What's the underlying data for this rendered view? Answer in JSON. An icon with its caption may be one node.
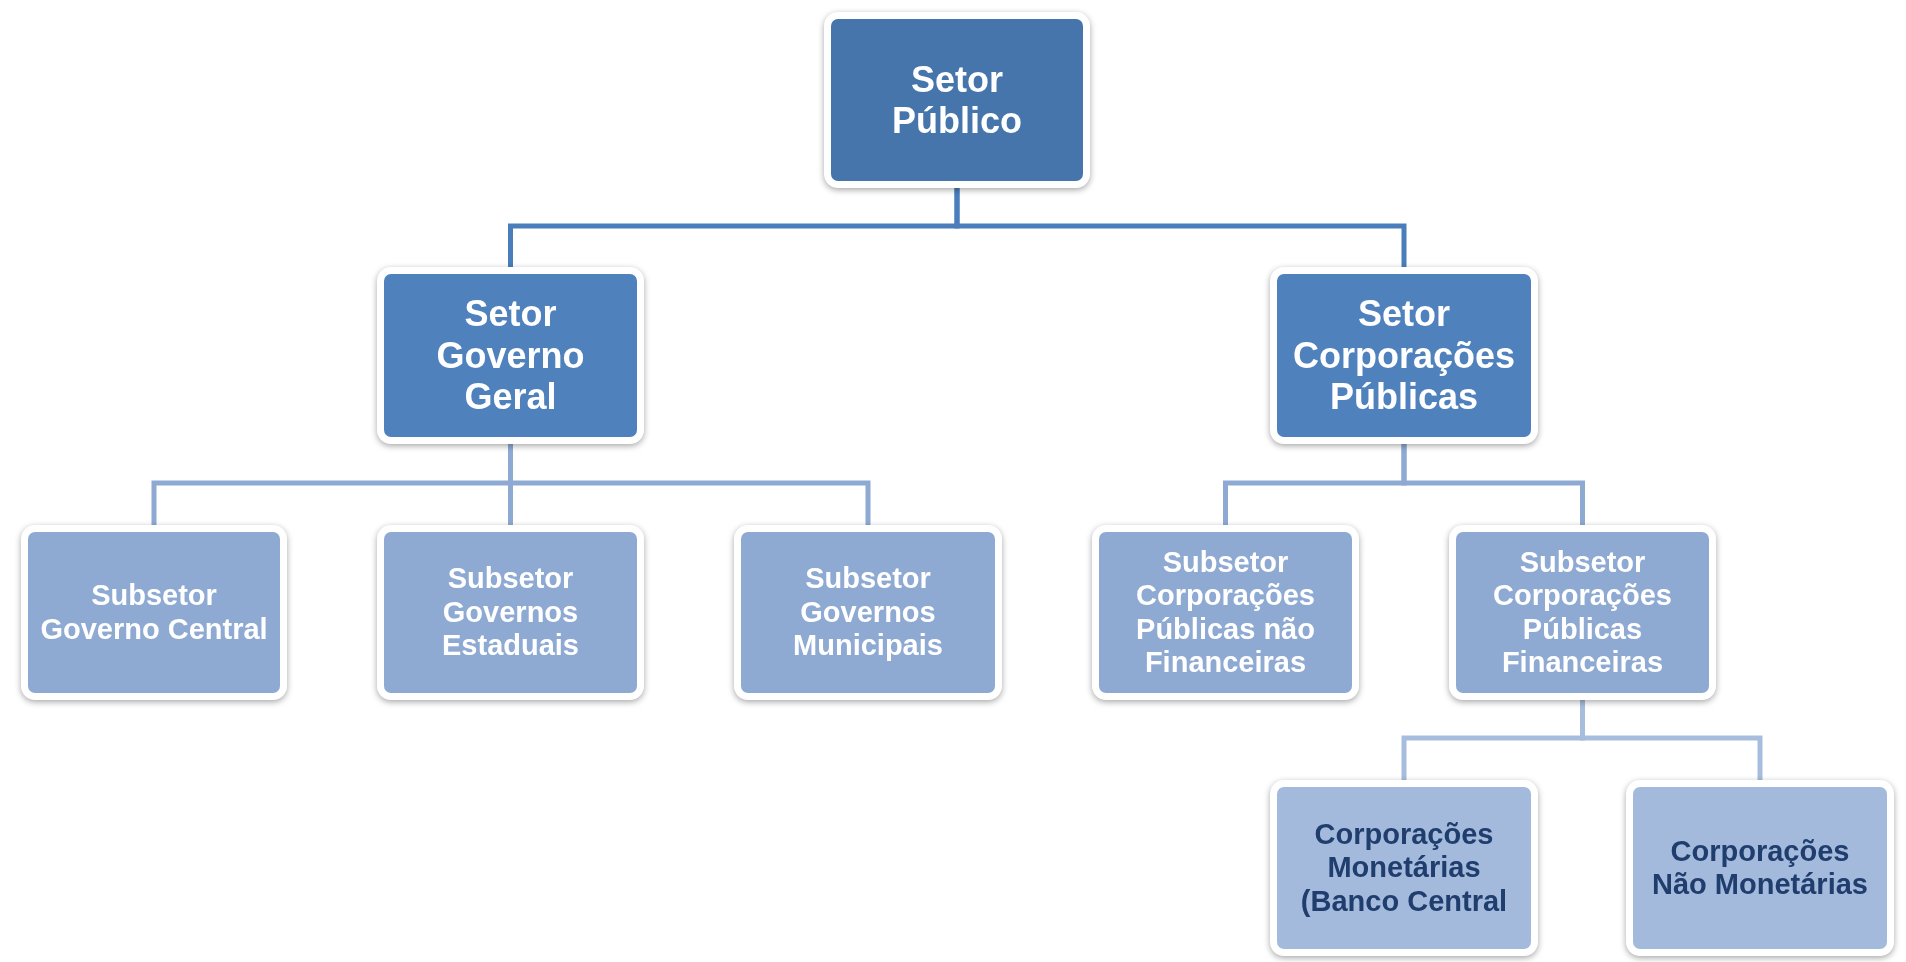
{
  "diagram": {
    "nodes": [
      {
        "text": [
          "Setor Público"
        ]
      },
      {
        "text": [
          "Setor Governo Geral"
        ]
      },
      {
        "text": [
          "Setor Corporações Públicas"
        ]
      },
      {
        "text": [
          "Subsetor Governo Central"
        ]
      },
      {
        "text": [
          "Subsetor Governos Estaduais"
        ]
      },
      {
        "text": [
          "Subsetor Governos Municipais"
        ]
      },
      {
        "text": [
          "Subsetor Corporações Públicas não Financeiras"
        ]
      },
      {
        "text": [
          "Subsetor Corporações Públicas Financeiras"
        ]
      },
      {
        "text": [
          "Corporações Monetárias (Banco Central"
        ]
      },
      {
        "text": [
          "Corporações Não Monetárias"
        ]
      }
    ],
    "edges": [
      {
        "from": 0,
        "to": 1,
        "arrow": "none",
        "color": "#4a7ebb"
      },
      {
        "from": 0,
        "to": 2,
        "arrow": "none",
        "color": "#4a7ebb"
      },
      {
        "from": 1,
        "to": 3,
        "arrow": "none"
      },
      {
        "from": 1,
        "to": 4,
        "arrow": "none"
      },
      {
        "from": 1,
        "to": 5,
        "arrow": "none"
      },
      {
        "from": 2,
        "to": 6,
        "arrow": "none"
      },
      {
        "from": 2,
        "to": 7,
        "arrow": "none"
      },
      {
        "from": 7,
        "to": 8,
        "arrow": "none",
        "color": "#a7bddd"
      },
      {
        "from": 7,
        "to": 9,
        "arrow": "none",
        "color": "#a7bddd"
      }
    ]
  }
}
